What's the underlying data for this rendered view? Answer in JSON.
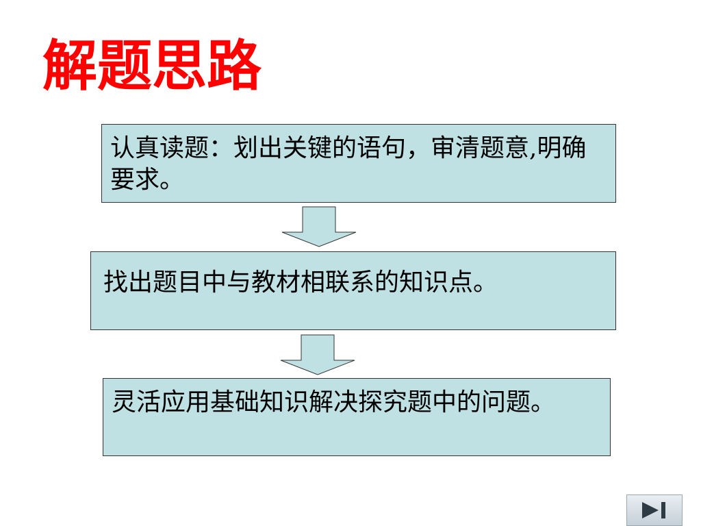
{
  "slide": {
    "title": "解题思路",
    "steps": [
      {
        "text": "认真读题：划出关键的语句，审清题意,明确要求。"
      },
      {
        "text": "找出题目中与教材相联系的知识点。"
      },
      {
        "text": "灵活应用基础知识解决探究题中的问题。"
      }
    ],
    "colors": {
      "title": "#ff0000",
      "box_fill": "#bfe1e3",
      "box_border": "#333333",
      "arrow_fill": "#bfe1e3"
    },
    "nav": {
      "icon": "skip-to-end-icon"
    }
  }
}
